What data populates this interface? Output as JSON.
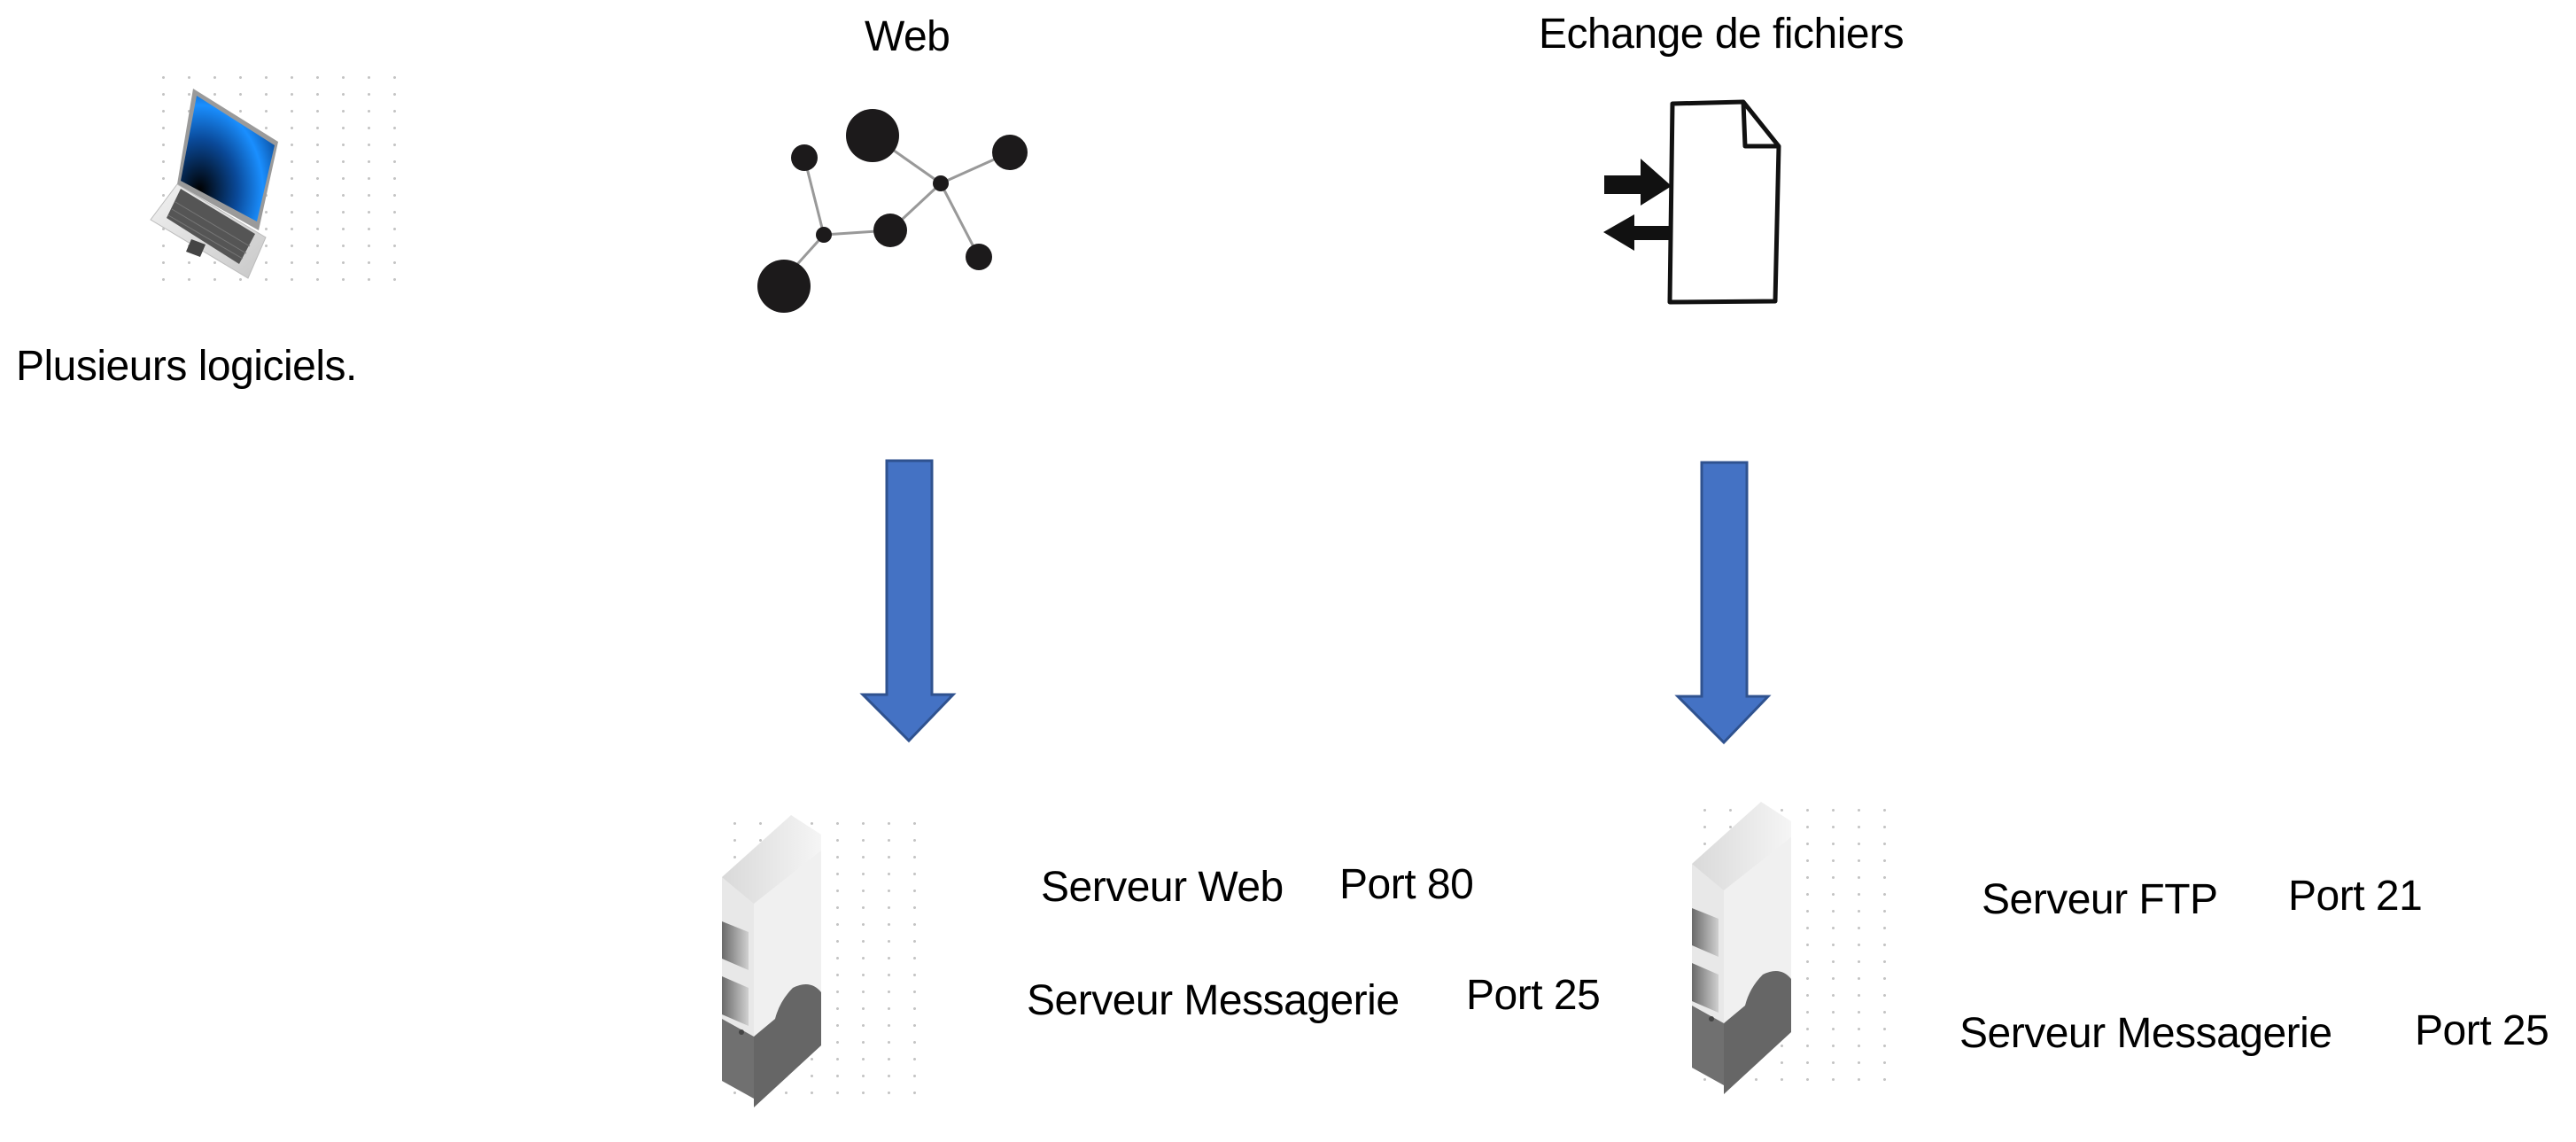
{
  "client": {
    "label": "Plusieurs logiciels.",
    "icon": "laptop-icon"
  },
  "services": [
    {
      "title": "Web",
      "icon": "network-graph-icon",
      "arrow_color": "#4472C4",
      "arrow_border": "#2F528F",
      "server": {
        "icon": "server-tower-icon",
        "entries": [
          {
            "name": "Serveur Web",
            "port": "Port 80"
          },
          {
            "name": "Serveur Messagerie",
            "port": "Port 25"
          }
        ]
      }
    },
    {
      "title": "Echange de fichiers",
      "icon": "file-exchange-icon",
      "arrow_color": "#4472C4",
      "arrow_border": "#2F528F",
      "server": {
        "icon": "server-tower-icon",
        "entries": [
          {
            "name": "Serveur FTP",
            "port": "Port 21"
          },
          {
            "name": "Serveur Messagerie",
            "port": "Port 25"
          }
        ]
      }
    }
  ]
}
